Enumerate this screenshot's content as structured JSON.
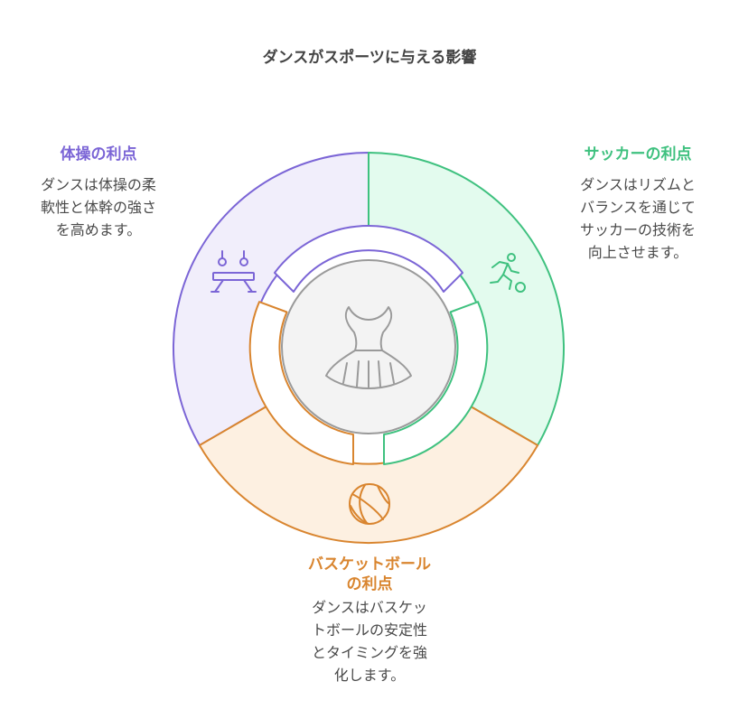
{
  "title": "ダンスがスポーツに与える影響",
  "sections": {
    "gymnastics": {
      "title": "体操の利点",
      "body_lines": [
        "ダンスは体操の柔",
        "軟性と体幹の強さ",
        "を高めます。"
      ],
      "icon": "gymnastics-beam-rings-icon",
      "color": "#7b65d6",
      "fill": "#f1eefb"
    },
    "soccer": {
      "title": "サッカーの利点",
      "body_lines": [
        "ダンスはリズムと",
        "バランスを通じて",
        "サッカーの技術を",
        "向上させます。"
      ],
      "icon": "soccer-player-icon",
      "color": "#3fc17f",
      "fill": "#e3fbee"
    },
    "basketball": {
      "title_lines": [
        "バスケットボール",
        "の利点"
      ],
      "body_lines": [
        "ダンスはバスケッ",
        "トボールの安定性",
        "とタイミングを強",
        "化します。"
      ],
      "icon": "basketball-icon",
      "color": "#d9852f",
      "fill": "#fdf0e1"
    },
    "center": {
      "icon": "ballet-tutu-icon",
      "color": "#9a9a9a",
      "fill": "#f3f3f3"
    }
  }
}
